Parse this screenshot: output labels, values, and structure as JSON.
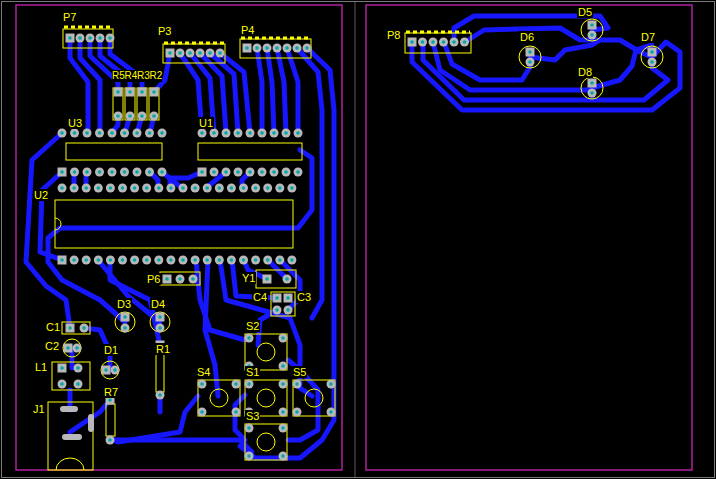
{
  "diagram": {
    "labels": [
      "P7",
      "P3",
      "P4",
      "R5",
      "R4",
      "R3",
      "R2",
      "U3",
      "U1",
      "U2",
      "P6",
      "Y1",
      "C4",
      "C3",
      "D3",
      "D4",
      "C1",
      "C2",
      "D1",
      "R1",
      "S2",
      "L1",
      "S4",
      "S1",
      "S5",
      "R7",
      "J1",
      "S3",
      "P8",
      "D5",
      "D6",
      "D8",
      "D7"
    ]
  }
}
